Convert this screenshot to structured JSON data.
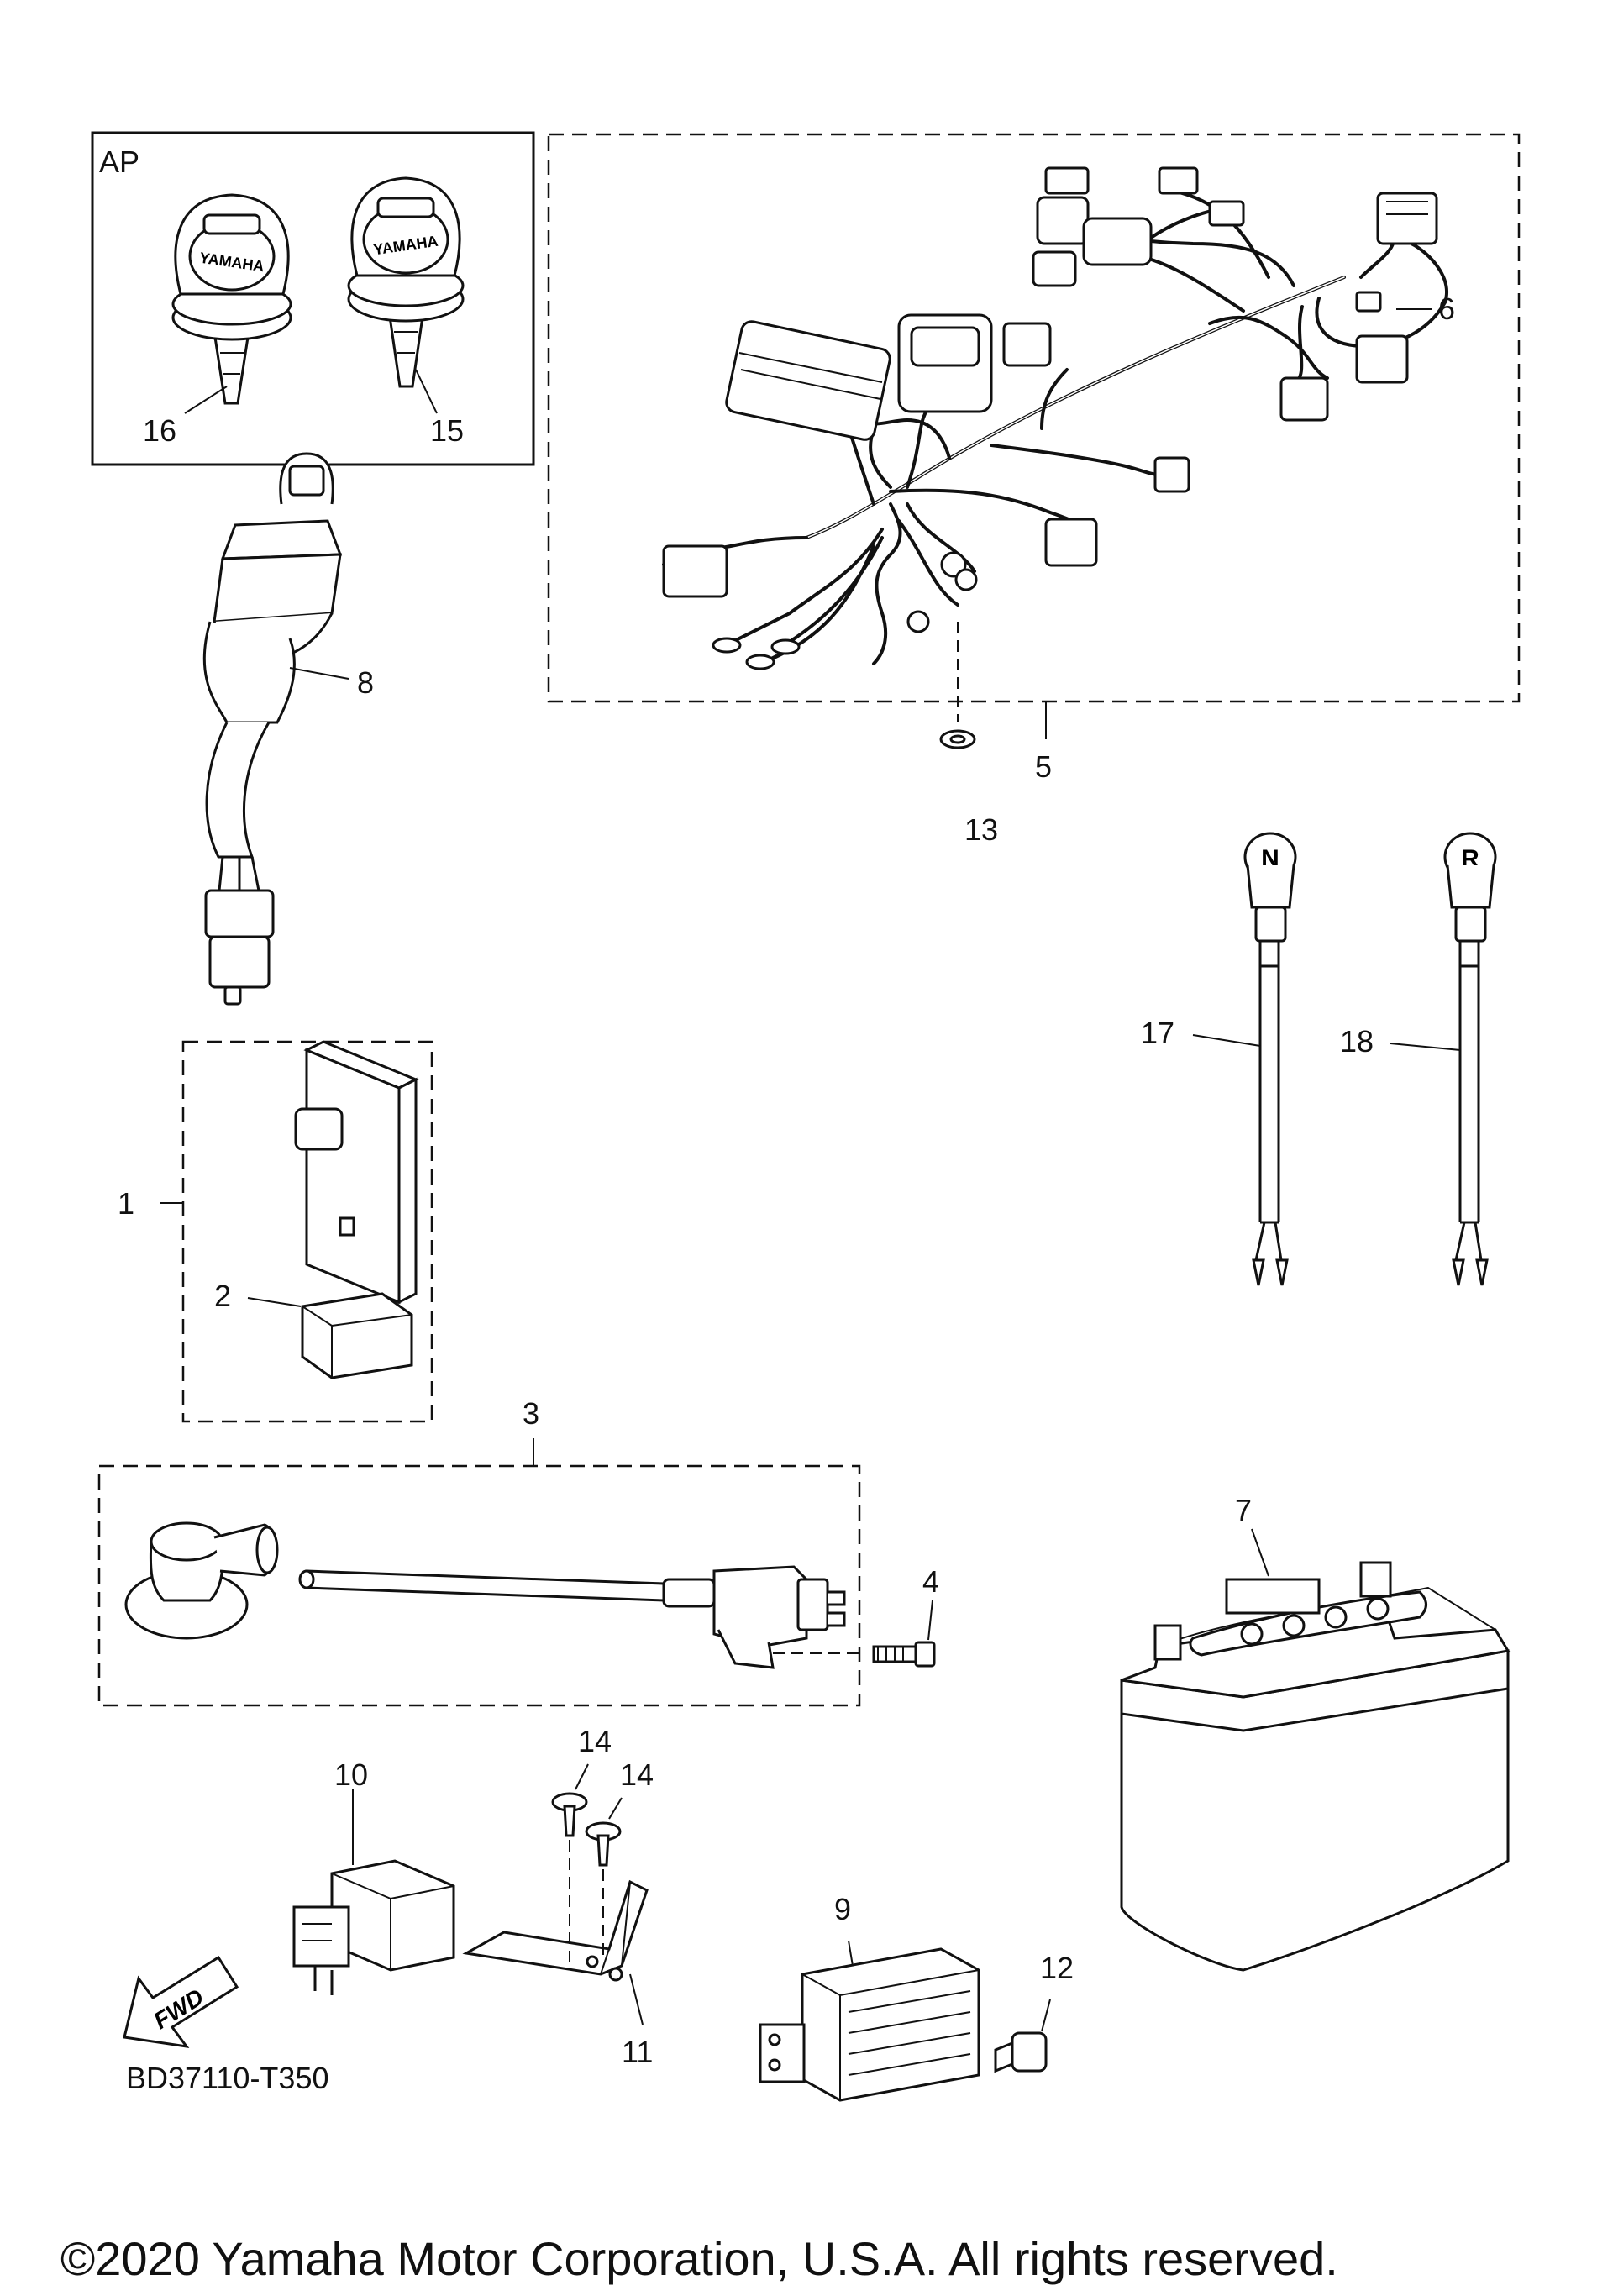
{
  "inset": {
    "label": "AP"
  },
  "callouts": {
    "c1": "1",
    "c2": "2",
    "c3": "3",
    "c4": "4",
    "c5": "5",
    "c6": "6",
    "c7": "7",
    "c8": "8",
    "c9": "9",
    "c10": "10",
    "c11": "11",
    "c12": "12",
    "c13": "13",
    "c14a": "14",
    "c14b": "14",
    "c15": "15",
    "c16": "16",
    "c17": "17",
    "c18": "18"
  },
  "key_brand": "YAMAHA",
  "switch_letters": {
    "neutral": "N",
    "reverse": "R"
  },
  "fwd_label": "FWD",
  "diagram_code": "BD37110-T350",
  "copyright": "©2020 Yamaha Motor Corporation, U.S.A. All rights reserved."
}
